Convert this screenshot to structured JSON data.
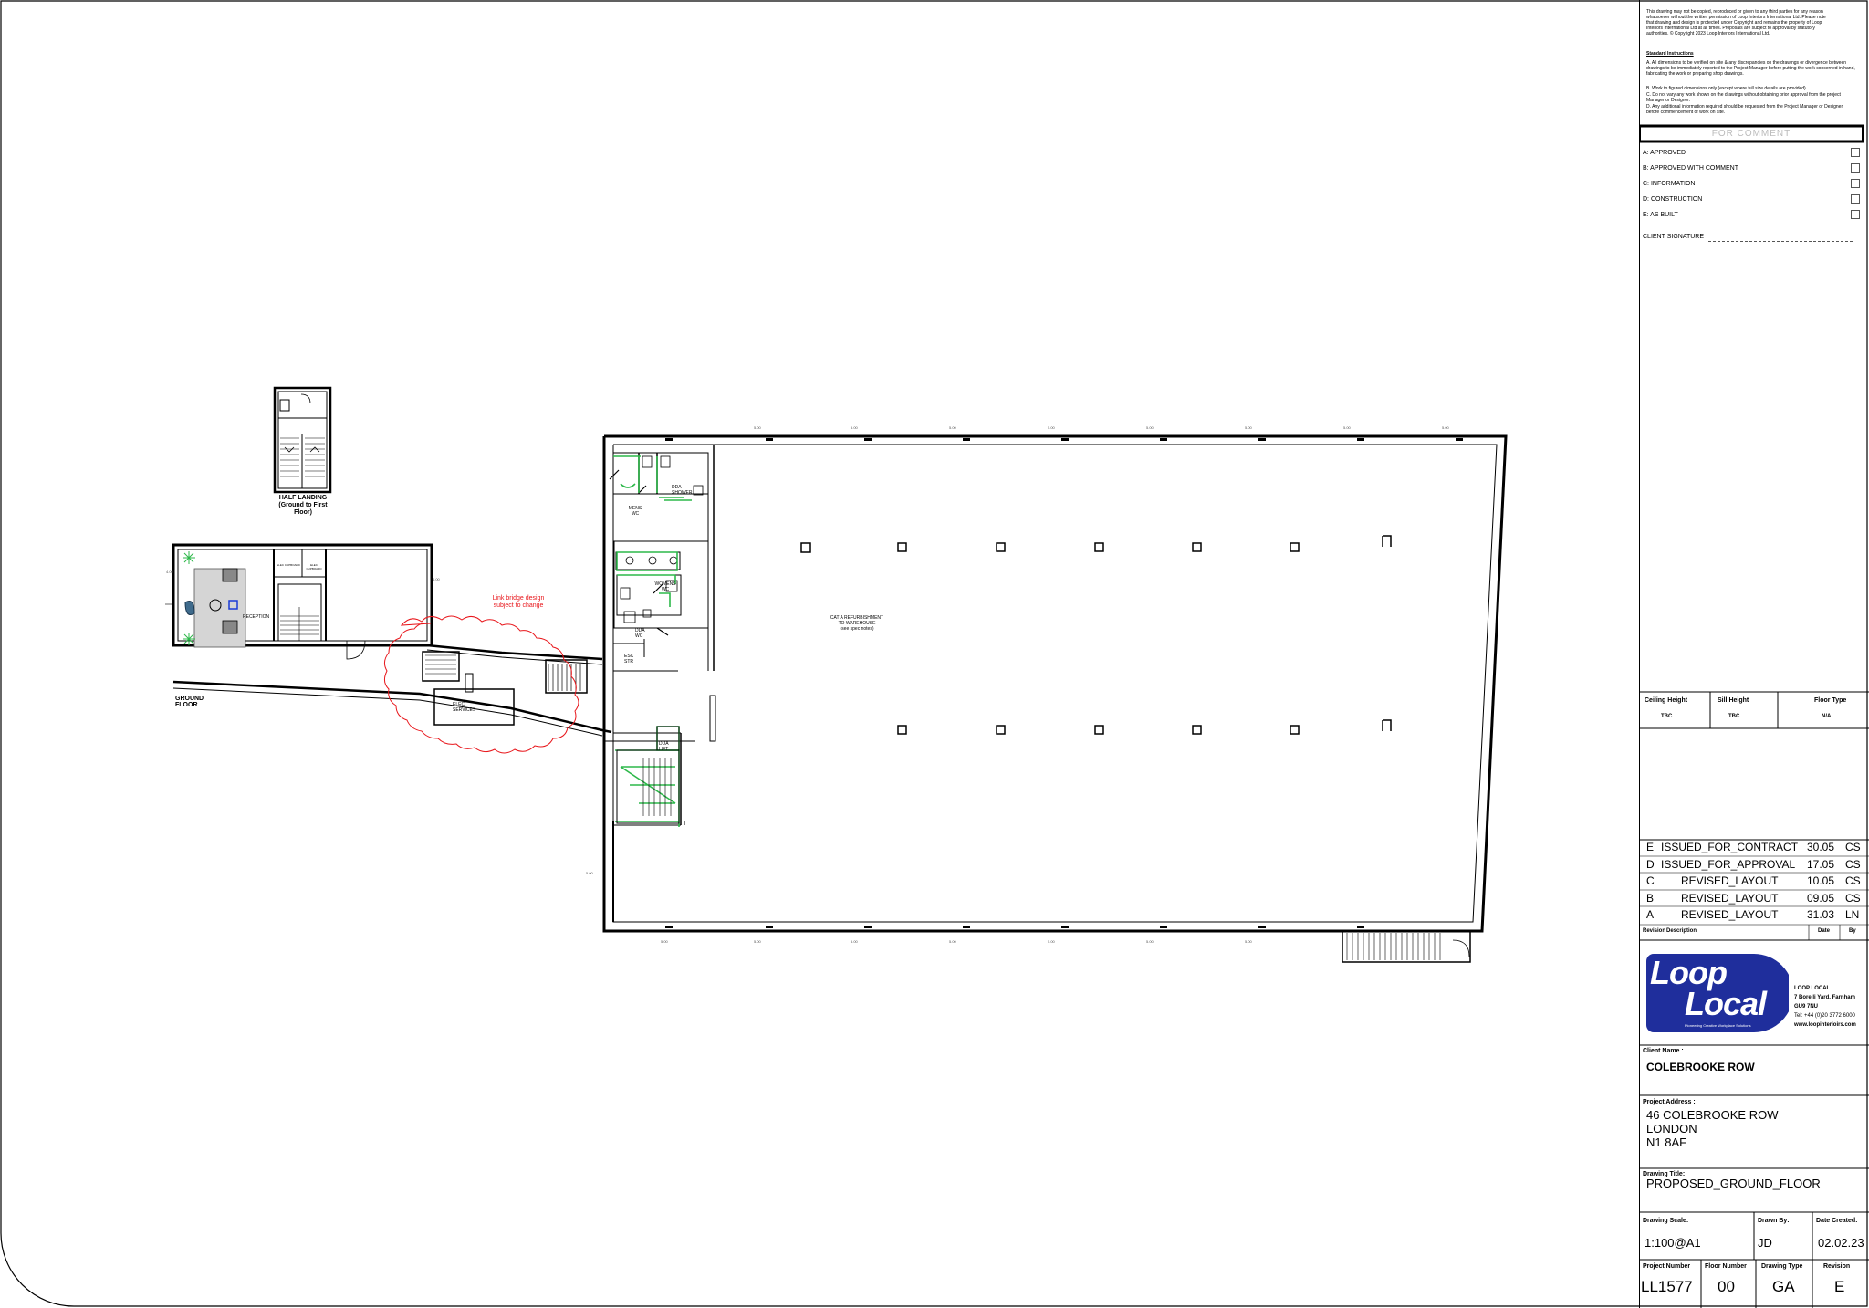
{
  "title_block": {
    "copyright_text": "This drawing may not be copied, reproduced or given to any third parties for any reason whatsoever without the written permission of Loop Interiors International Ltd. Please note that drawing and design is protected under Copyright and remains the property of Loop Interiors International Ltd at all times. Proposals are subject to approval by statutory authorities. © Copyright 2023 Loop Interiors International Ltd.",
    "instructions_heading": "Standard Instructions",
    "instructions": [
      "A. All dimensions to be verified on site & any discrepancies on the drawings or divergence between drawings to be immediately reported to the Project Manager before putting the work concerned in hand, fabricating the work or preparing shop drawings.",
      "B. Work to figured dimensions only (except where full size details are provided).",
      "C. Do not vary any work shown on the drawings without obtaining prior approval from the project Manager or Designer.",
      "D. Any additional information required should be requested from the Project Manager or Designer before commencement of work on site."
    ],
    "status_banner": "FOR COMMENT",
    "statuses": [
      "A: APPROVED",
      "B: APPROVED WITH COMMENT",
      "C: INFORMATION",
      "D: CONSTRUCTION",
      "E: AS BUILT"
    ],
    "client_signature_label": "CLIENT SIGNATURE",
    "ceiling_height_label": "Ceiling Height",
    "ceiling_height_value": "TBC",
    "sill_height_label": "Sill Height",
    "sill_height_value": "TBC",
    "floor_type_label": "Floor Type",
    "floor_type_value": "N/A",
    "revisions": [
      {
        "rev": "E",
        "description": "ISSUED_FOR_CONTRACT",
        "date": "30.05",
        "by": "CS"
      },
      {
        "rev": "D",
        "description": "ISSUED_FOR_APPROVAL",
        "date": "17.05",
        "by": "CS"
      },
      {
        "rev": "C",
        "description": "REVISED_LAYOUT",
        "date": "10.05",
        "by": "CS"
      },
      {
        "rev": "B",
        "description": "REVISED_LAYOUT",
        "date": "09.05",
        "by": "CS"
      },
      {
        "rev": "A",
        "description": "REVISED_LAYOUT",
        "date": "31.03",
        "by": "LN"
      }
    ],
    "revision_header": {
      "rev": "Revision",
      "description": "Description",
      "date": "Date",
      "by": "By"
    },
    "logo_line1": "Loop",
    "logo_line2": "Local",
    "logo_tagline": "Pioneering Creative Workplace Solutions",
    "company_name": "LOOP LOCAL",
    "company_address": "7 Borelli Yard, Farnham",
    "company_postcode": "GU9 7NU",
    "company_tel": "Tel: +44 (0)20 3772 6000",
    "company_web": "www.loopinterioirs.com",
    "client_name_label": "Client Name :",
    "client_name": "COLEBROOKE ROW",
    "project_address_label": "Project Address :",
    "project_address": [
      "46 COLEBROOKE ROW",
      "LONDON",
      "N1 8AF"
    ],
    "drawing_title_label": "Drawing Title:",
    "drawing_title": "PROPOSED_GROUND_FLOOR",
    "drawing_scale_label": "Drawing Scale:",
    "drawing_scale": "1:100@A1",
    "drawn_by_label": "Drawn By:",
    "drawn_by": "JD",
    "date_created_label": "Date Created:",
    "date_created": "02.02.23",
    "project_number_label": "Project Number",
    "project_number": "LL1577",
    "floor_number_label": "Floor Number",
    "floor_number": "00",
    "drawing_type_label": "Drawing Type",
    "drawing_type": "GA",
    "revision_label": "Revision",
    "revision": "E"
  },
  "plan": {
    "half_landing_label": "HALF LANDING\n(Ground to First\nFloor)",
    "ground_floor_label": "GROUND FLOOR",
    "reception_label": "RECEPTION",
    "elec_cupboard_1": "ELEC CUPBOARD",
    "elec_cupboard_2": "ELEC CUPBOARD",
    "elec_services_label": "ELEC SERVICES",
    "link_bridge_note": "Link bridge design\nsubject to change",
    "dda_shower_label": "DDA SHOWER",
    "mens_wc_label": "MENS\nWC",
    "womens_wc_label": "WOMENS\nWC",
    "dda_wc_label": "DDA WC",
    "esc_stair_label": "ESC STR",
    "dda_lift_label": "DDA LIFT",
    "cat_a_label": "CAT A REFURBISHMENT\nTO WAREHOUSE\n(see spec notes)",
    "colors": {
      "wall": "#000000",
      "redline": "#e8161b",
      "green": "#2db84a",
      "blue_logo": "#1f2e9c"
    }
  }
}
